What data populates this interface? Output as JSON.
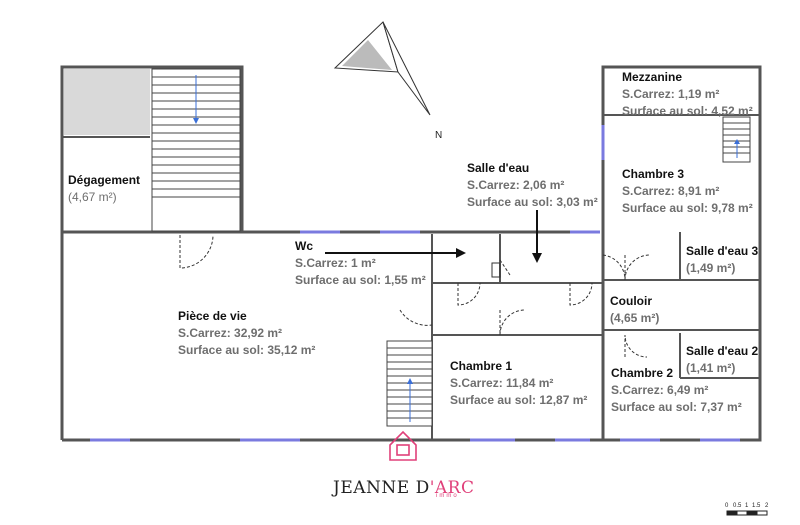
{
  "rooms": {
    "degagement": {
      "name": "Dégagement",
      "area": "(4,67 m²)"
    },
    "mezzanine": {
      "name": "Mezzanine",
      "carrez": "S.Carrez: 1,19 m²",
      "sol": "Surface au sol: 4,52 m²"
    },
    "salle_eau": {
      "name": "Salle d'eau",
      "carrez": "S.Carrez: 2,06 m²",
      "sol": "Surface au sol: 3,03 m²"
    },
    "chambre3": {
      "name": "Chambre 3",
      "carrez": "S.Carrez: 8,91 m²",
      "sol": "Surface au sol: 9,78 m²"
    },
    "wc": {
      "name": "Wc",
      "carrez": "S.Carrez: 1 m²",
      "sol": "Surface au sol: 1,55 m²"
    },
    "salle_eau3": {
      "name": "Salle d'eau 3",
      "area": "(1,49 m²)"
    },
    "couloir": {
      "name": "Couloir",
      "area": "(4,65 m²)"
    },
    "piece_vie": {
      "name": "Pièce de vie",
      "carrez": "S.Carrez: 32,92 m²",
      "sol": "Surface au sol: 35,12 m²"
    },
    "chambre1": {
      "name": "Chambre 1",
      "carrez": "S.Carrez: 11,84 m²",
      "sol": "Surface au sol: 12,87 m²"
    },
    "salle_eau2": {
      "name": "Salle d'eau 2",
      "area": "(1,41 m²)"
    },
    "chambre2": {
      "name": "Chambre 2",
      "carrez": "S.Carrez: 6,49 m²",
      "sol": "Surface au sol: 7,37 m²"
    }
  },
  "compass": {
    "label": "N"
  },
  "branding": {
    "name_main": "JEANNE D",
    "name_accent": "'ARC",
    "tagline": "immo",
    "color": "#e0407a"
  },
  "scale": {
    "labels": [
      "0",
      "0.5",
      "1",
      "1.5",
      "2"
    ]
  },
  "colors": {
    "wall": "#555555",
    "window": "#7a7adf",
    "stair_arrow": "#3a6fd8",
    "shade": "#d9d9d9"
  }
}
